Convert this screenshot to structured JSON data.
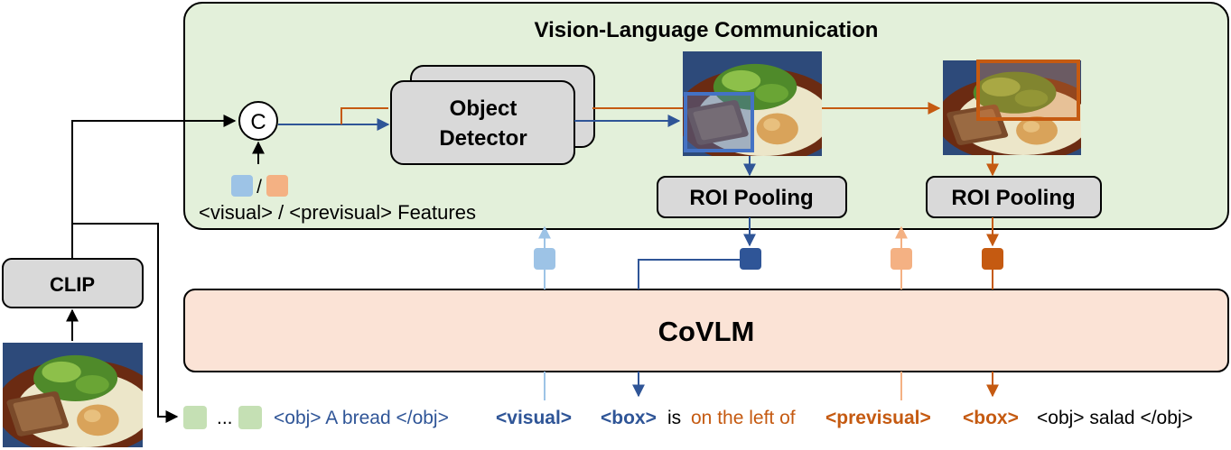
{
  "panel": {
    "title": "Vision-Language Communication"
  },
  "modules": {
    "clip": "CLIP",
    "object_detector_line1": "Object",
    "object_detector_line2": "Detector",
    "roi_pooling": "ROI Pooling",
    "covlm": "CoVLM",
    "concat_symbol": "C"
  },
  "features": {
    "separator": "/",
    "caption": "<visual> / <previsual> Features"
  },
  "sequence": {
    "ellipsis": "...",
    "obj_open_1": "<obj>",
    "bread_text": " A bread ",
    "obj_close_1": "</obj>",
    "visual_token": "<visual>",
    "box_token_1": "<box>",
    "is_text": "is",
    "relation_text": "on the left of",
    "previsual_token": "<previsual>",
    "box_token_2": "<box>",
    "obj_open_2": "<obj>",
    "salad_text": " salad ",
    "obj_close_2": "</obj>"
  },
  "colors": {
    "panel_fill": "#e3f0da",
    "covlm_fill": "#fbe3d6",
    "module_fill": "#d9d9d9",
    "visual_blue": "#2f5597",
    "light_blue": "#9dc3e6",
    "previsual_orange": "#c55a11",
    "light_orange": "#f4b183",
    "green_token": "#c5e0b4"
  },
  "icons": [
    "food-photo-icon",
    "bounding-box-icon",
    "concat-circle-icon"
  ]
}
